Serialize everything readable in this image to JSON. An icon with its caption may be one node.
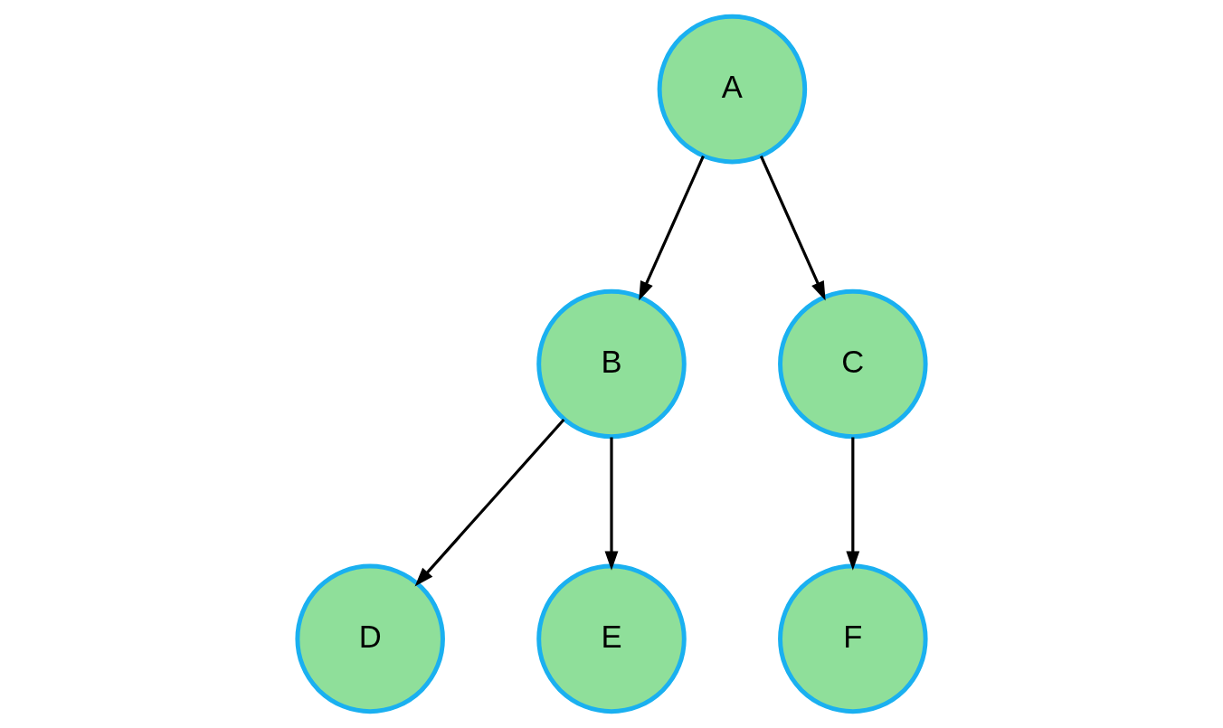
{
  "diagram": {
    "nodes": [
      {
        "text": [
          "A"
        ]
      },
      {
        "text": [
          "B"
        ]
      },
      {
        "text": [
          "C"
        ]
      },
      {
        "text": [
          "D"
        ]
      },
      {
        "text": [
          "E"
        ]
      },
      {
        "text": [
          "F"
        ]
      }
    ],
    "edges": [
      {
        "from": 0,
        "to": 1,
        "arrow": "to"
      },
      {
        "from": 0,
        "to": 2,
        "arrow": "to"
      },
      {
        "from": 1,
        "to": 3,
        "arrow": "to"
      },
      {
        "from": 1,
        "to": 4,
        "arrow": "to"
      },
      {
        "from": 2,
        "to": 5,
        "arrow": "to"
      }
    ]
  }
}
